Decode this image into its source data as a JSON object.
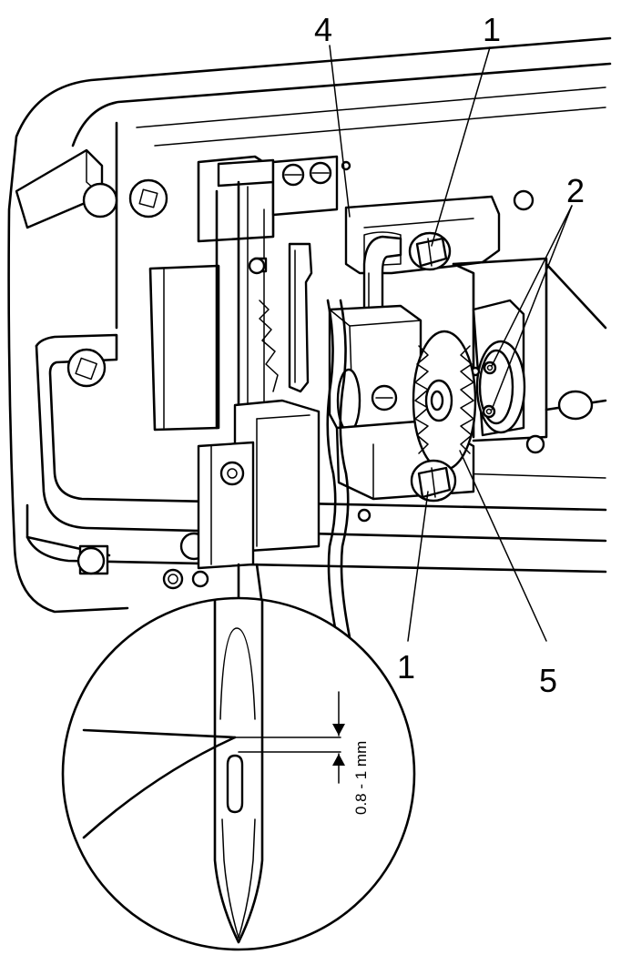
{
  "callouts": {
    "label_1_top": "1",
    "label_2": "2",
    "label_4": "4",
    "label_1_bottom": "1",
    "label_5": "5"
  },
  "detail": {
    "measurement": "0.8 - 1 mm"
  }
}
